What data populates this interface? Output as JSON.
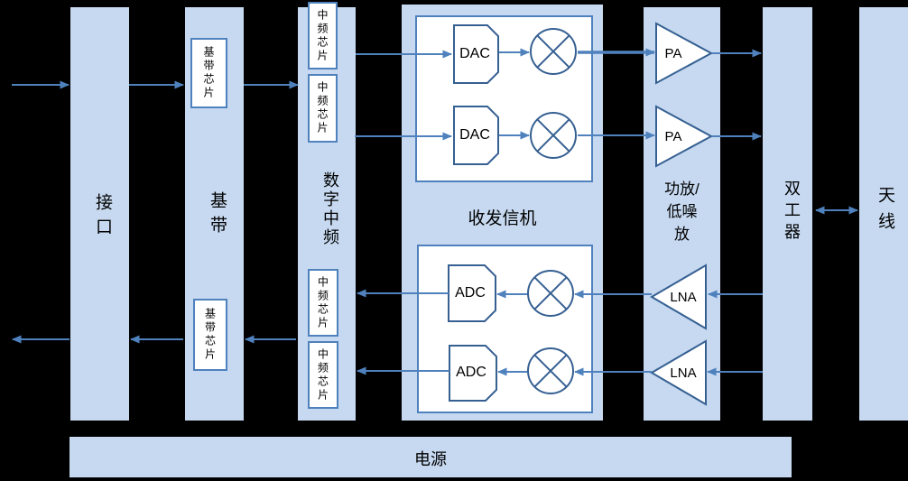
{
  "colors": {
    "background": "#000000",
    "column_fill": "#c6d9f0",
    "box_fill": "#ffffff",
    "box_border": "#4f81bd",
    "shape_border": "#366092",
    "arrow": "#4f81bd",
    "label_text": "#000000"
  },
  "icons": {
    "mixer": "circle-with-x-multiplier",
    "amplifier": "triangle-amplifier",
    "arrow": "filled-triangle-arrowhead"
  },
  "columns": {
    "interface": {
      "label": "接口"
    },
    "baseband": {
      "label": "基带",
      "chip_tx": "基带芯片",
      "chip_rx": "基带芯片"
    },
    "digital_if": {
      "label": "数字中频",
      "chips": [
        "中频芯片",
        "中频芯片",
        "中频芯片",
        "中频芯片"
      ]
    },
    "transceiver": {
      "label": "收发信机",
      "dac_1": "DAC",
      "dac_2": "DAC",
      "adc_1": "ADC",
      "adc_2": "ADC"
    },
    "pa_lna": {
      "label": "功放/低噪放",
      "label_lines": [
        "功放/",
        "低噪",
        "放"
      ],
      "pa_1": "PA",
      "pa_2": "PA",
      "lna_1": "LNA",
      "lna_2": "LNA"
    },
    "duplexer": {
      "label": "双工器"
    },
    "antenna": {
      "label": "天线"
    }
  },
  "power_bar": {
    "label": "电源"
  }
}
